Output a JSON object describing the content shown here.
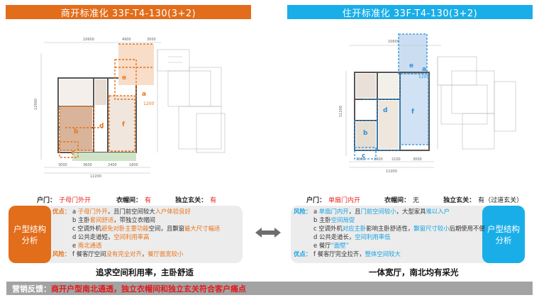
{
  "titles": {
    "left": "商开标准化 33F-T4-130(3+2)",
    "right": "住开标准化 33F-T4-130(3+2)"
  },
  "plan_left": {
    "dims_top": [
      "10600",
      "4900",
      "3000"
    ],
    "dims_bottom": [
      "3000",
      "3600",
      "2400",
      "1800"
    ],
    "dim_total": "12200",
    "dim_side": "12000",
    "dim_note": "1200",
    "labels": [
      "a",
      "b",
      "c",
      "d",
      "e",
      "f"
    ]
  },
  "plan_right": {
    "dims_top": [
      "10600"
    ],
    "dims_bottom": [
      "3000",
      "1900",
      "2100",
      "3000"
    ],
    "dim_total": "11000",
    "dim_side": "11200",
    "dim_note": "1200",
    "labels": [
      "a",
      "b",
      "c",
      "d",
      "e",
      "f"
    ]
  },
  "features_left": {
    "door_label": "户门：",
    "door_value": "子母门外开",
    "closet_label": "衣帽间：",
    "closet_value": "有",
    "entry_label": "独立玄关：",
    "entry_value": "有"
  },
  "features_right": {
    "door_label": "户门：",
    "door_value": "单扇门内开",
    "closet_label": "衣帽间：",
    "closet_value": "无",
    "entry_label": "独立玄关：",
    "entry_value": "有（过道玄关）"
  },
  "panel_left": {
    "badge": "户型结构分析",
    "lines": [
      {
        "lead": "优点：",
        "parts": [
          {
            "t": "a ",
            "c": "plain"
          },
          {
            "t": "子母门外开",
            "c": "orange"
          },
          {
            "t": "，且门前空间较大",
            "c": "plain"
          },
          {
            "t": "入户体验良好",
            "c": "orange"
          }
        ]
      },
      {
        "lead": "",
        "parts": [
          {
            "t": "b 主卧",
            "c": "plain"
          },
          {
            "t": "套间",
            "c": "orange"
          },
          {
            "t": "舒适",
            "c": "orange"
          },
          {
            "t": "，带独立衣帽间",
            "c": "plain"
          }
        ]
      },
      {
        "lead": "",
        "parts": [
          {
            "t": "c 空调外机",
            "c": "plain"
          },
          {
            "t": "避免对卧主要功能",
            "c": "orange"
          },
          {
            "t": "空间，且飘窗",
            "c": "plain"
          },
          {
            "t": "最大尺寸幅适",
            "c": "orange"
          }
        ]
      },
      {
        "lead": "",
        "parts": [
          {
            "t": "d 公共走道短，",
            "c": "plain"
          },
          {
            "t": "空间利用率高",
            "c": "orange"
          }
        ]
      },
      {
        "lead": "",
        "parts": [
          {
            "t": "e ",
            "c": "plain"
          },
          {
            "t": "南北通透",
            "c": "orange"
          }
        ]
      },
      {
        "lead": "风险：",
        "parts": [
          {
            "t": "f 餐客厅空间",
            "c": "plain"
          },
          {
            "t": "没有完全对齐",
            "c": "orange"
          },
          {
            "t": "，",
            "c": "plain"
          },
          {
            "t": "餐厅面宽较小",
            "c": "orange"
          }
        ]
      }
    ]
  },
  "panel_right": {
    "badge": "户型结构分析",
    "lines": [
      {
        "lead": "风险：",
        "parts": [
          {
            "t": "a ",
            "c": "plain"
          },
          {
            "t": "单扇门内开",
            "c": "blue"
          },
          {
            "t": "，且",
            "c": "plain"
          },
          {
            "t": "门前空间较小",
            "c": "blue"
          },
          {
            "t": "，大型家具",
            "c": "plain"
          },
          {
            "t": "难以入户",
            "c": "blue"
          }
        ]
      },
      {
        "lead": "",
        "parts": [
          {
            "t": "b 主卧",
            "c": "plain"
          },
          {
            "t": "空间局促",
            "c": "blue"
          }
        ]
      },
      {
        "lead": "",
        "parts": [
          {
            "t": "c 空调外机",
            "c": "plain"
          },
          {
            "t": "对应主卧",
            "c": "blue"
          },
          {
            "t": "影响主卧舒适性，",
            "c": "plain"
          },
          {
            "t": "飘窗尺寸较小",
            "c": "blue"
          },
          {
            "t": "后期使用不便",
            "c": "plain"
          }
        ]
      },
      {
        "lead": "",
        "parts": [
          {
            "t": "d 公共走道长，",
            "c": "plain"
          },
          {
            "t": "空间利用率低",
            "c": "blue"
          }
        ]
      },
      {
        "lead": "",
        "parts": [
          {
            "t": "e 餐厅",
            "c": "plain"
          },
          {
            "t": "“面壁”",
            "c": "blue"
          }
        ]
      },
      {
        "lead": "优点：",
        "parts": [
          {
            "t": "f 餐客厅完全拉齐，",
            "c": "plain"
          },
          {
            "t": "整体空间较大",
            "c": "blue"
          }
        ]
      }
    ]
  },
  "summaries": {
    "left": "追求空间利用率，主卧舒适",
    "right": "一体宽厅，南北均有采光"
  },
  "footer": {
    "label": "营销反馈：",
    "text": "商开户型南北通透，独立衣帽间和独立玄关符合客户痛点"
  },
  "colors": {
    "orange": "#e26d1b",
    "blue": "#1aaee8",
    "red": "#e4191c",
    "footer_bg": "#a3a3a3",
    "panel_bg": "#ececec"
  }
}
